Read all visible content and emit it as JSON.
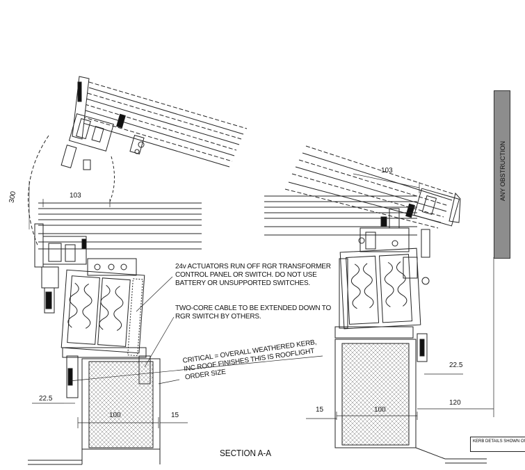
{
  "notes": {
    "actuators": "24v ACTUATORS RUN OFF RGR TRANSFORMER CONTROL PANEL OR SWITCH. DO NOT USE BATTERY OR UNSUPPORTED SWITCHES.",
    "cable": "TWO-CORE CABLE TO BE EXTENDED DOWN TO RGR SWITCH BY OTHERS.",
    "critical": "CRITICAL = OVERALL WEATHERED KERB, INC ROOF FINISHES THIS IS ROOFLIGHT ORDER SIZE"
  },
  "dimensions": {
    "opening_arc": "300",
    "left_top": "103",
    "right_top": "103",
    "left_side": "22.5",
    "right_side": "22.5",
    "left_kerb": "100",
    "right_kerb": "100",
    "left_gap": "15",
    "right_gap": "15",
    "right_clearance": "120"
  },
  "obstruction_label": "ANY OBSTRUCTION",
  "kerb_note": "KERB DETAILS SHOWN ONLY. DETAILED DESI",
  "section_title": "SECTION A-A"
}
